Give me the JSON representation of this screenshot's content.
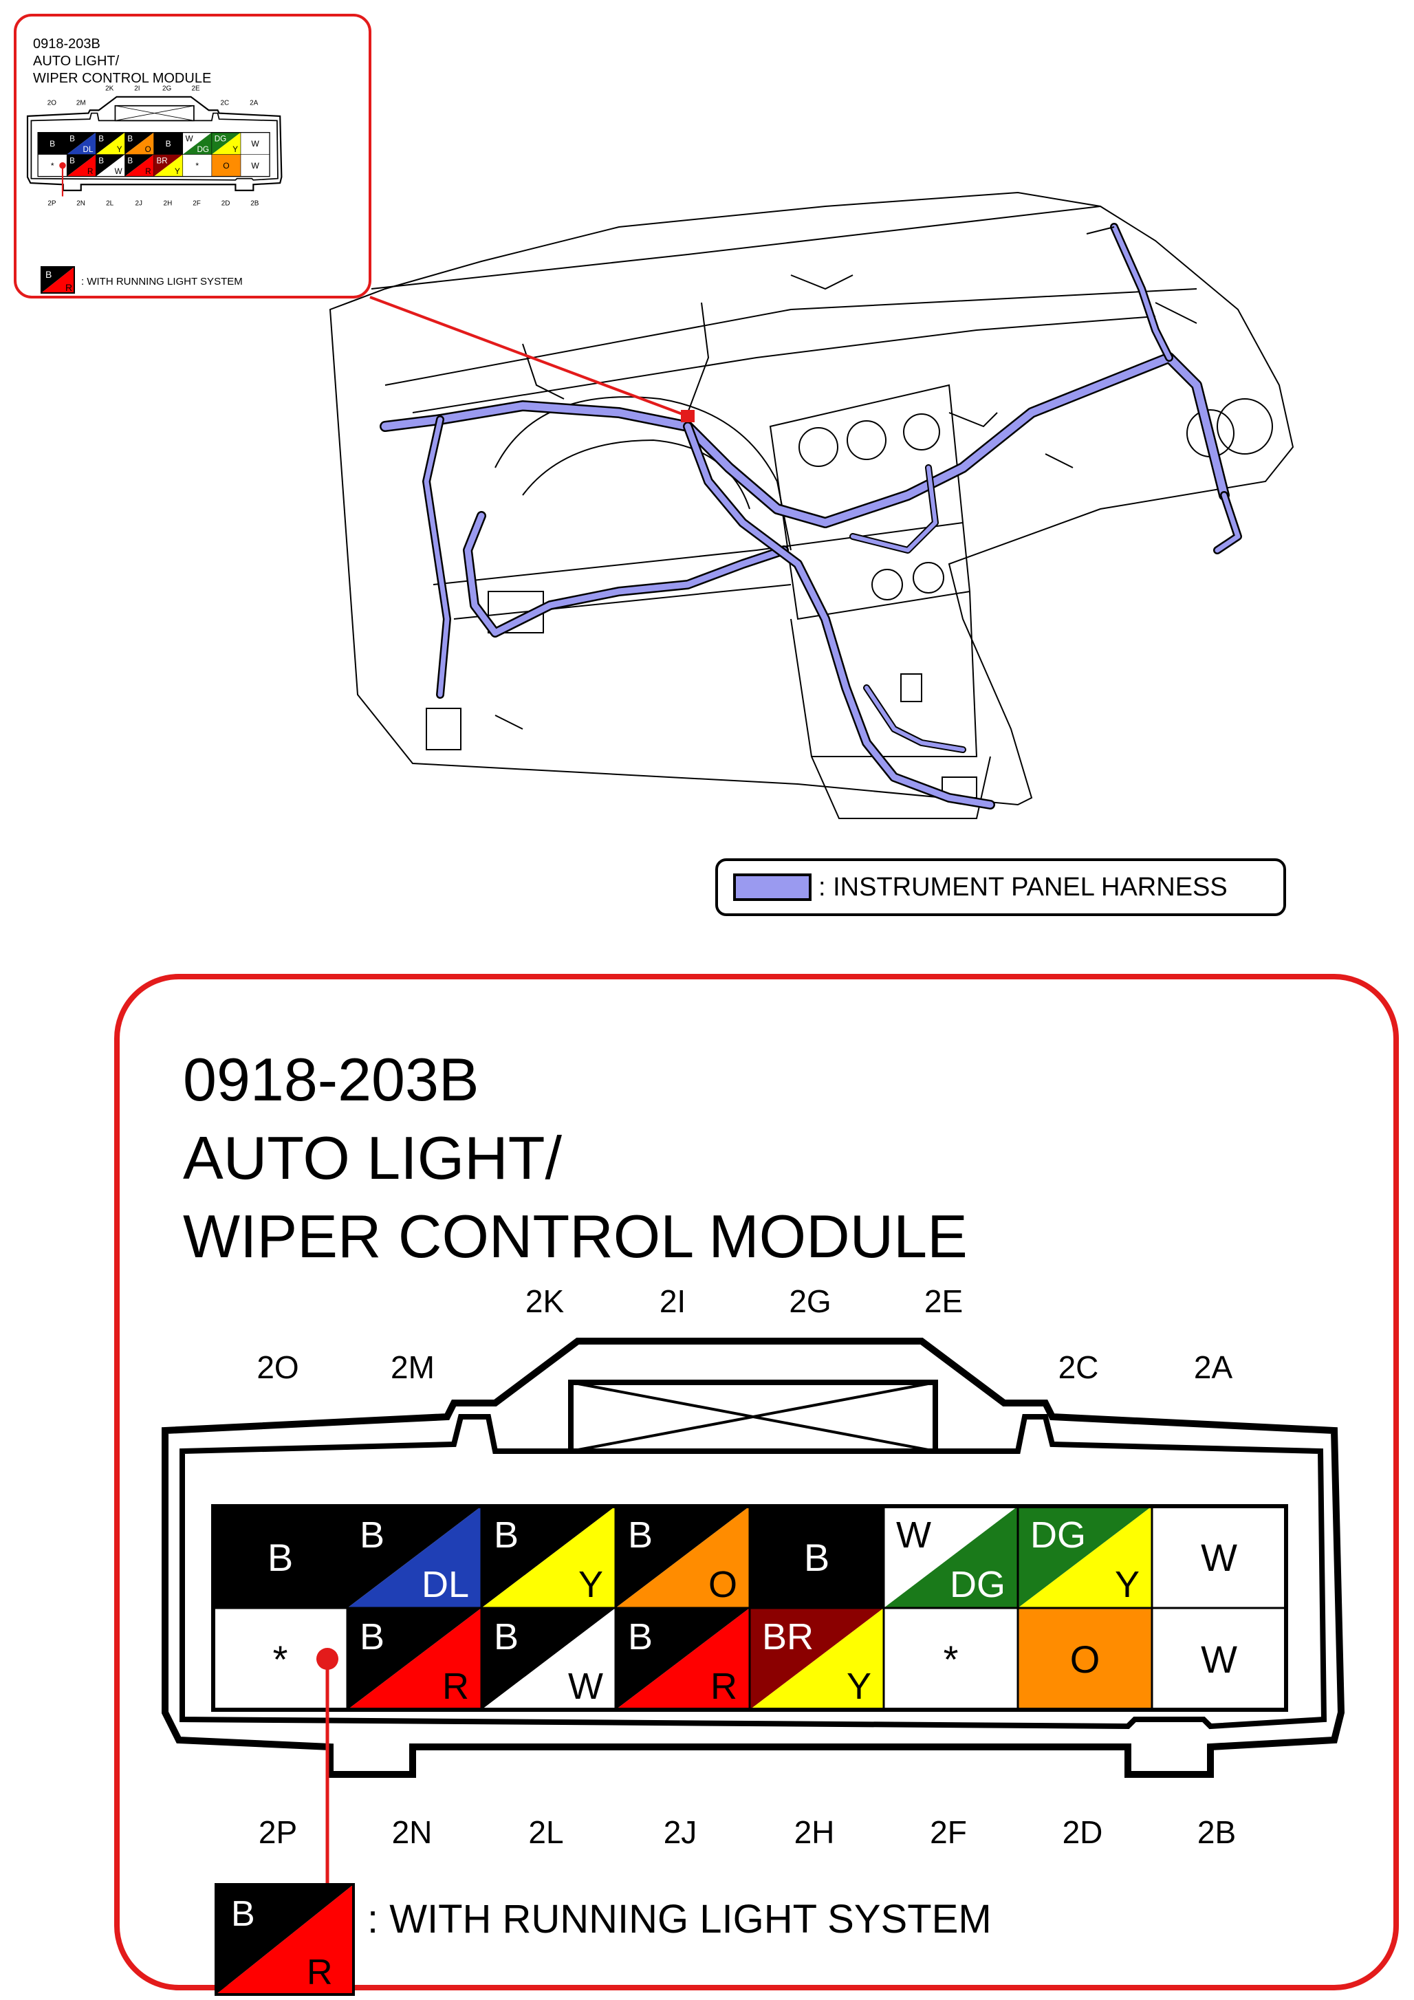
{
  "connector": {
    "code": "0918-203B",
    "name_line1": "AUTO LIGHT/",
    "name_line2": "WIPER CONTROL MODULE",
    "top_labels": [
      "2K",
      "2I",
      "2G",
      "2E"
    ],
    "upper_labels": [
      "2O",
      "2M",
      "2C",
      "2A"
    ],
    "bottom_labels": [
      "2P",
      "2N",
      "2L",
      "2J",
      "2H",
      "2F",
      "2D",
      "2B"
    ],
    "note_text": ": WITH RUNNING LIGHT SYSTEM",
    "note_swatch": {
      "top": "B",
      "bottom": "R"
    },
    "rows": [
      [
        {
          "a": "B",
          "b": "",
          "ca": "#000000",
          "cb": "",
          "fa": "#ffffff"
        },
        {
          "a": "B",
          "b": "DL",
          "ca": "#000000",
          "cb": "#1f3fb5",
          "fa": "#ffffff",
          "fb": "#ffffff"
        },
        {
          "a": "B",
          "b": "Y",
          "ca": "#000000",
          "cb": "#ffff00",
          "fa": "#ffffff",
          "fb": "#000000"
        },
        {
          "a": "B",
          "b": "O",
          "ca": "#000000",
          "cb": "#ff8c00",
          "fa": "#ffffff",
          "fb": "#000000"
        },
        {
          "a": "B",
          "b": "",
          "ca": "#000000",
          "cb": "",
          "fa": "#ffffff"
        },
        {
          "a": "W",
          "b": "DG",
          "ca": "#ffffff",
          "cb": "#1a7a1a",
          "fa": "#000000",
          "fb": "#ffffff"
        },
        {
          "a": "DG",
          "b": "Y",
          "ca": "#1a7a1a",
          "cb": "#ffff00",
          "fa": "#ffffff",
          "fb": "#000000"
        },
        {
          "a": "W",
          "b": "",
          "ca": "#ffffff",
          "cb": "",
          "fa": "#000000"
        }
      ],
      [
        {
          "a": "*",
          "b": "",
          "ca": "#ffffff",
          "cb": "",
          "fa": "#000000"
        },
        {
          "a": "B",
          "b": "R",
          "ca": "#000000",
          "cb": "#ff0000",
          "fa": "#ffffff",
          "fb": "#000000"
        },
        {
          "a": "B",
          "b": "W",
          "ca": "#000000",
          "cb": "#ffffff",
          "fa": "#ffffff",
          "fb": "#000000"
        },
        {
          "a": "B",
          "b": "R",
          "ca": "#000000",
          "cb": "#ff0000",
          "fa": "#ffffff",
          "fb": "#000000"
        },
        {
          "a": "BR",
          "b": "Y",
          "ca": "#8b0000",
          "cb": "#ffff00",
          "fa": "#ffffff",
          "fb": "#000000"
        },
        {
          "a": "*",
          "b": "",
          "ca": "#ffffff",
          "cb": "",
          "fa": "#000000"
        },
        {
          "a": "O",
          "b": "",
          "ca": "#ff8c00",
          "cb": "",
          "fa": "#000000"
        },
        {
          "a": "W",
          "b": "",
          "ca": "#ffffff",
          "cb": "",
          "fa": "#000000"
        }
      ]
    ]
  },
  "legend": {
    "harness_label": ": INSTRUMENT PANEL HARNESS",
    "harness_color": "#9a9af0"
  },
  "colors": {
    "frame": "#e31b1b",
    "harness": "#9a9af0",
    "outline": "#000000"
  }
}
